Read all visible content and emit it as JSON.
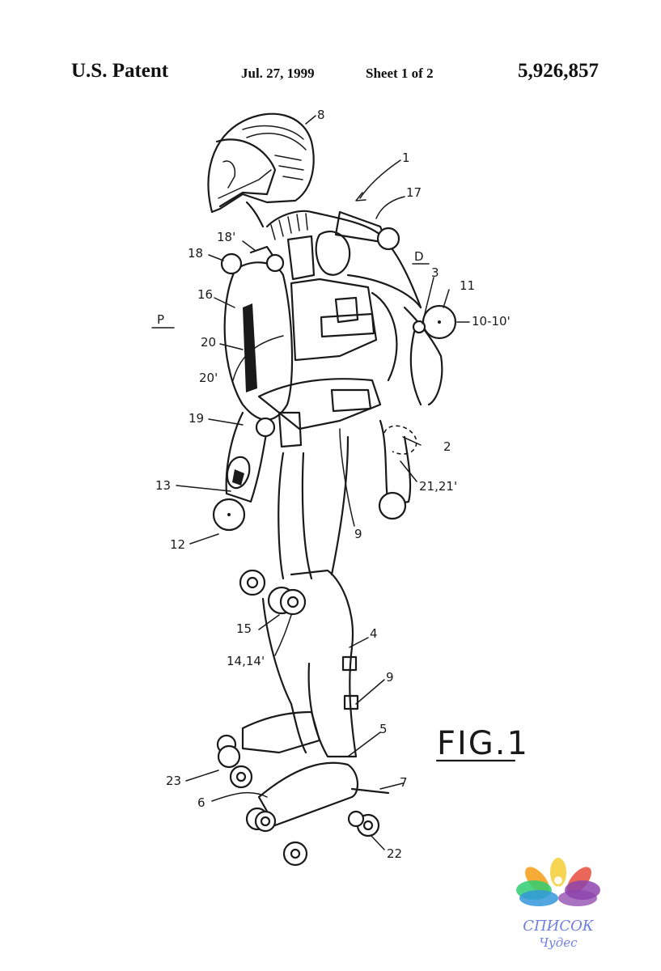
{
  "header": {
    "title": "U.S. Patent",
    "date": "Jul. 27, 1999",
    "sheet": "Sheet 1 of 2",
    "patent_number": "5,926,857"
  },
  "figure": {
    "label": "FIG.1",
    "reference_numerals": [
      "8",
      "1",
      "17",
      "18'",
      "18",
      "D",
      "3",
      "11",
      "10-10'",
      "16",
      "P",
      "20",
      "20'",
      "19",
      "2",
      "21,21'",
      "13",
      "12",
      "9",
      "15",
      "4",
      "14,14'",
      "9",
      "5",
      "23",
      "7",
      "6",
      "22"
    ]
  },
  "watermark": {
    "line1": "СПИСОК",
    "line2": "Чудес",
    "colors": [
      "#f4d03f",
      "#e74c3c",
      "#8e44ad",
      "#3498db",
      "#2ecc71",
      "#f39c12"
    ]
  }
}
